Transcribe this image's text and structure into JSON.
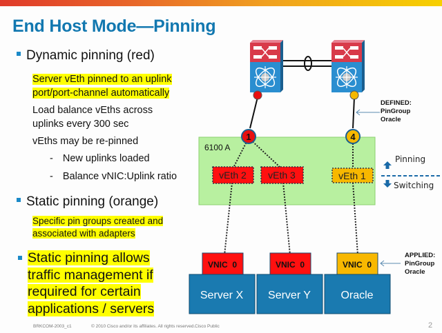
{
  "slide": {
    "title": "End Host Mode—Pinning",
    "bullets": [
      {
        "heading": "Dynamic pinning (red)",
        "sub": [
          {
            "lines": [
              "Server vEth pinned to an uplink",
              "port/port-channel automatically"
            ],
            "highlighted": true
          },
          {
            "lines": [
              "Load balance vEths across",
              "uplinks every 300 sec"
            ],
            "highlighted": false
          },
          {
            "lines": [
              "vEths may be re-pinned"
            ],
            "highlighted": false
          }
        ],
        "dashes": [
          "New uplinks loaded",
          "Balance vNIC:Uplink ratio"
        ]
      },
      {
        "heading": "Static pinning (orange)",
        "sub": [
          {
            "lines": [
              "Specific pin groups created and",
              "associated with adapters"
            ],
            "highlighted": true
          }
        ]
      },
      {
        "heading_lines": [
          "Static pinning allows",
          "traffic management if",
          "required for certain",
          "applications / servers"
        ],
        "highlighted": true
      }
    ],
    "dash_char": "-"
  },
  "diagram": {
    "fabric_label": "6100 A",
    "uplink_ports": [
      {
        "label": "1",
        "color": "#e81010"
      },
      {
        "label": "4",
        "color": "#f5b800"
      }
    ],
    "veths": [
      {
        "label": "vEth 2",
        "color": "#ff1010"
      },
      {
        "label": "vEth 3",
        "color": "#ff1010"
      },
      {
        "label": "vEth 1",
        "color": "#f8b800"
      }
    ],
    "servers": [
      {
        "name": "Server X",
        "vnic": "VNIC  0",
        "vnic_color": "#ff1010"
      },
      {
        "name": "Server Y",
        "vnic": "VNIC  0",
        "vnic_color": "#ff1010"
      },
      {
        "name": "Oracle",
        "vnic": "VNIC  0",
        "vnic_color": "#f8b800"
      }
    ],
    "defined_note": [
      "DEFINED:",
      "PinGroup",
      "Oracle"
    ],
    "applied_note": [
      "APPLIED:",
      "PinGroup",
      "Oracle"
    ],
    "legend": {
      "pinning": "Pinning",
      "switching": "Switching"
    },
    "colors": {
      "server_blue": "#1a7ab0",
      "fabric_green": "#b8f0a0",
      "switch_red": "#d83a4a",
      "switch_blue": "#2a8ed0"
    }
  },
  "footer": {
    "left": "BRKCOM-2003_c1",
    "copyright": "© 2010  Cisco and/or its affiliates. All rights reserved.",
    "classification": "Cisco Public",
    "page": "2"
  }
}
